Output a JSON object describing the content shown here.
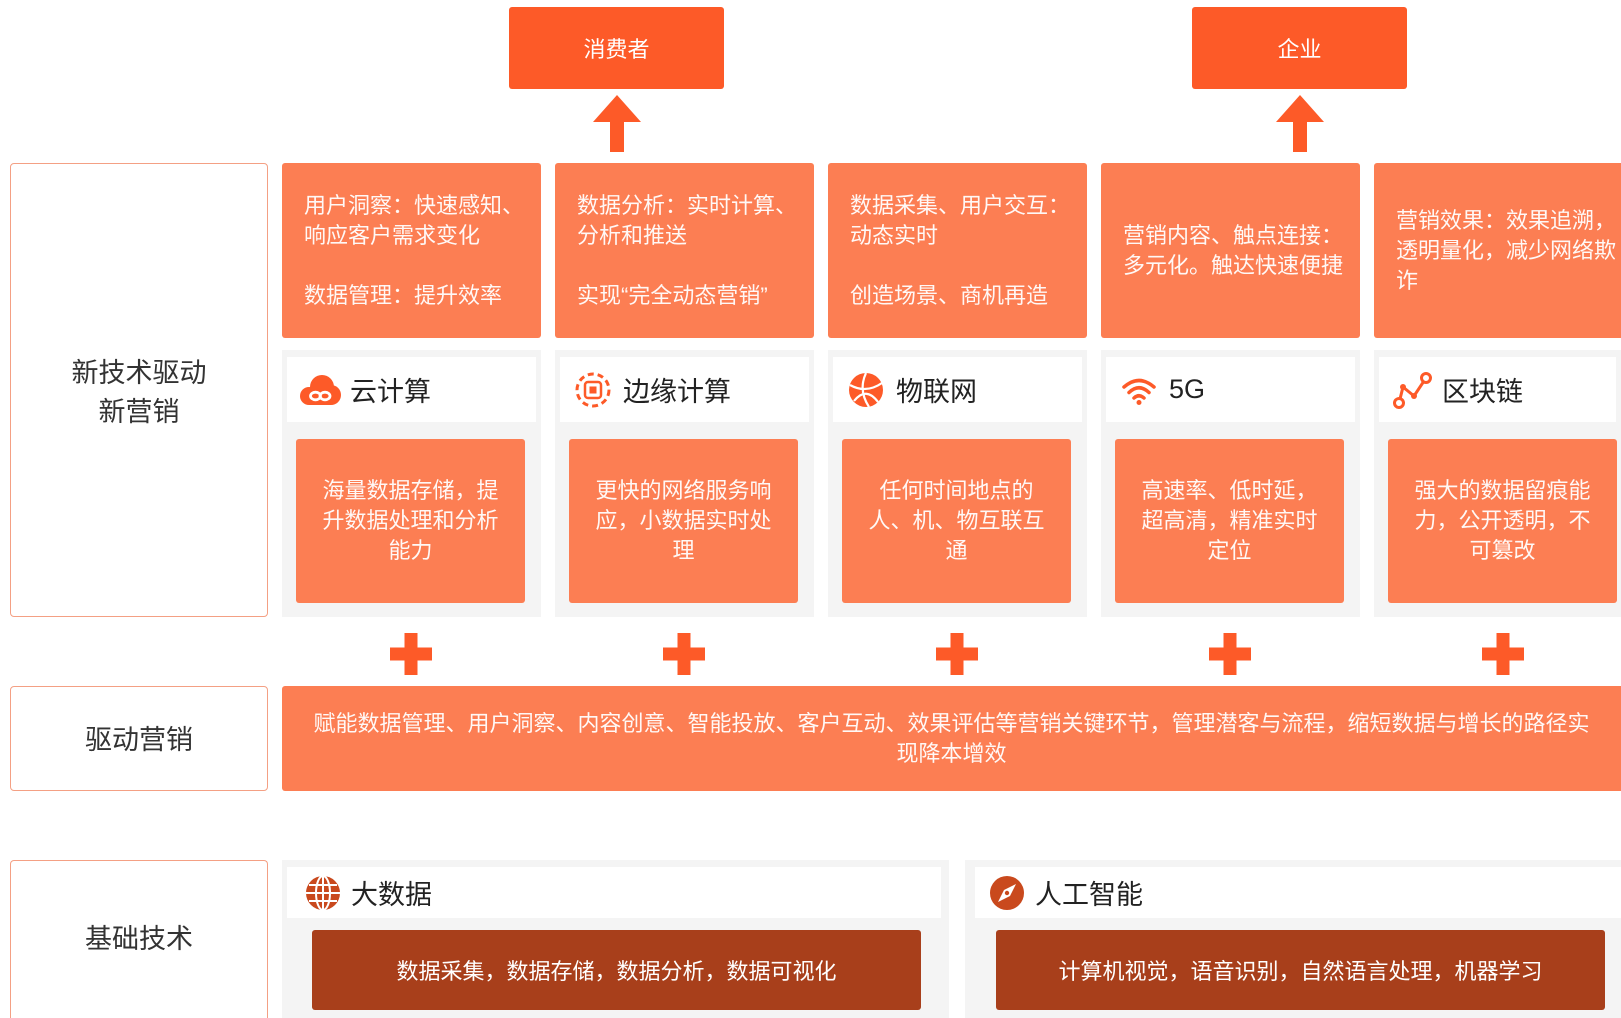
{
  "colors": {
    "primary": "#fd5a28",
    "light": "#fc7e53",
    "dark": "#a83f1b",
    "icon_dark": "#c9491d",
    "panel": "#f4f4f4",
    "label_border": "#f4a084"
  },
  "targets": [
    {
      "label": "消费者"
    },
    {
      "label": "企业"
    }
  ],
  "row_labels": {
    "new_tech": [
      "新技术驱动",
      "新营销"
    ],
    "drive": "驱动营销",
    "foundation": "基础技术"
  },
  "columns": [
    {
      "benefits": [
        "用户洞察：快速感知、响应客户需求变化",
        "数据管理：提升效率"
      ],
      "icon": "cloud-icon",
      "title": "云计算",
      "desc": "海量数据存储，提升数据处理和分析能力"
    },
    {
      "benefits": [
        "数据分析：实时计算、分析和推送",
        "实现“完全动态营销”"
      ],
      "icon": "edge-computing-icon",
      "title": "边缘计算",
      "desc": "更快的网络服务响应，小数据实时处理"
    },
    {
      "benefits": [
        "数据采集、用户交互：动态实时",
        "创造场景、商机再造"
      ],
      "icon": "iot-globe-icon",
      "title": "物联网",
      "desc": "任何时间地点的人、机、物互联互通"
    },
    {
      "benefits": [
        "营销内容、触点连接：多元化。触达快速便捷"
      ],
      "icon": "wifi-icon",
      "title": "5G",
      "desc": "高速率、低时延，超高清，精准实时定位"
    },
    {
      "benefits": [
        "营销效果：效果追溯，透明量化，减少网络欺诈"
      ],
      "icon": "blockchain-icon",
      "title": "区块链",
      "desc": "强大的数据留痕能力，公开透明，不可篡改"
    }
  ],
  "drive_band": "赋能数据管理、用户洞察、内容创意、智能投放、客户互动、效果评估等营销关键环节，管理潜客与流程，缩短数据与增长的路径实现降本增效",
  "foundation": [
    {
      "icon": "globe-icon",
      "title": "大数据",
      "desc": "数据采集，数据存储，数据分析，数据可视化"
    },
    {
      "icon": "compass-icon",
      "title": "人工智能",
      "desc": "计算机视觉，语音识别，自然语言处理，机器学习"
    }
  ]
}
